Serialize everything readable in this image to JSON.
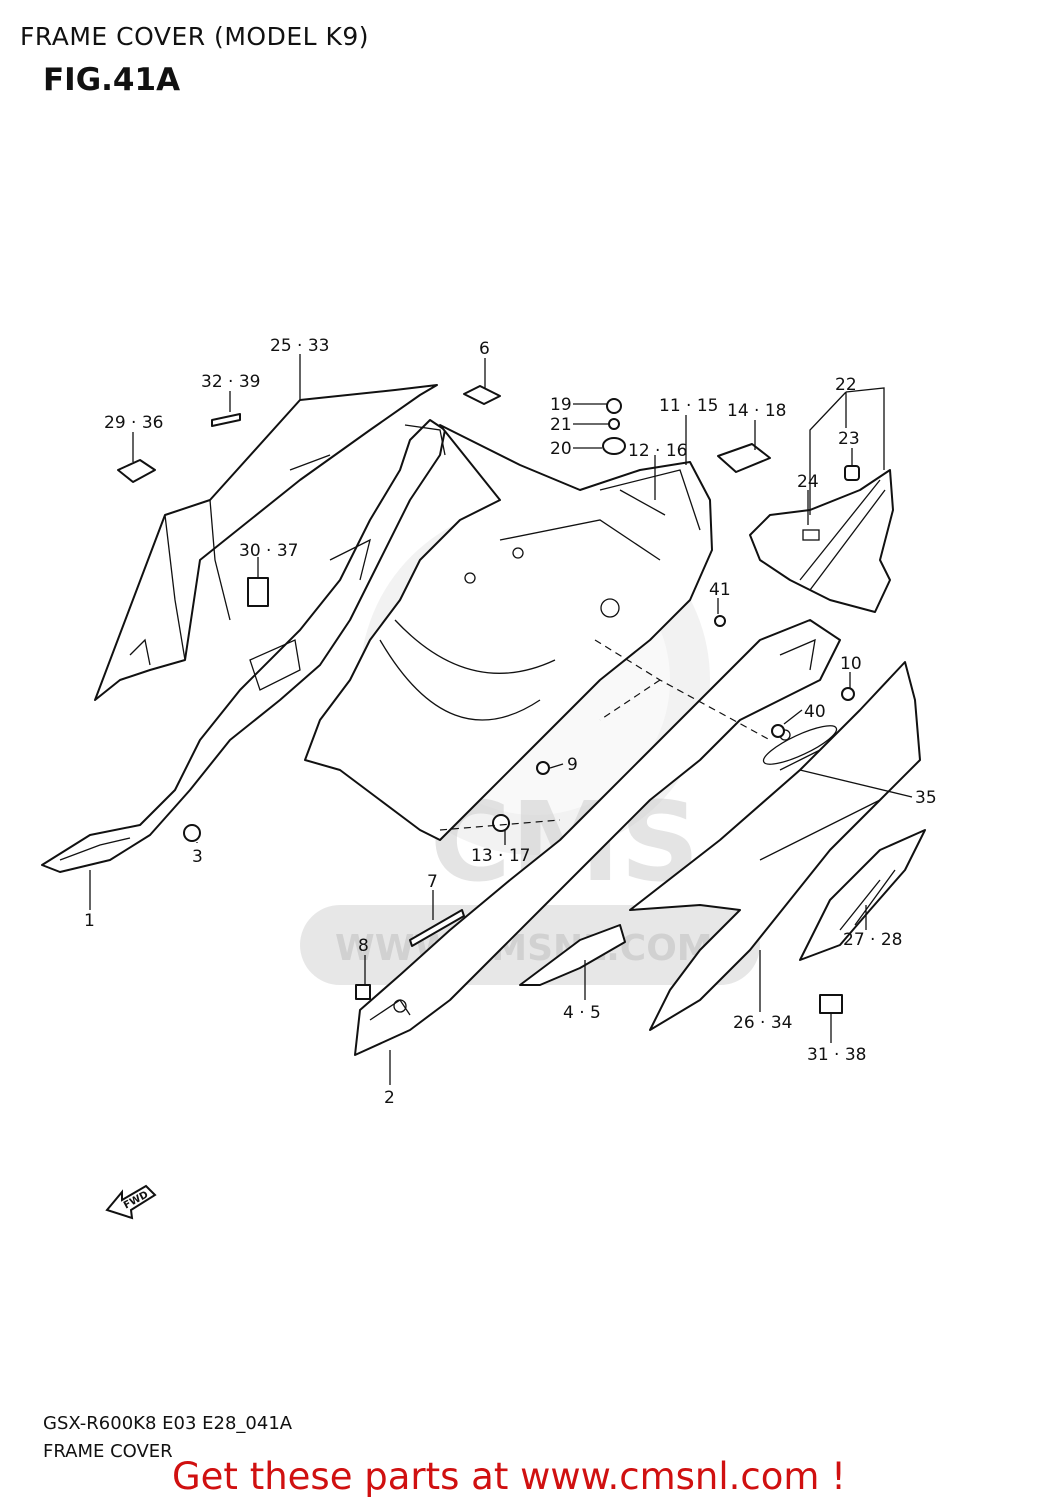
{
  "header": {
    "title": "FRAME COVER (MODEL K9)",
    "figure": "FIG.41A"
  },
  "watermark": {
    "logo_text": "CMS",
    "url_text": "WWW.CMSNL.COM"
  },
  "fwd_arrow": "FWD",
  "parts": [
    {
      "id": "p1",
      "label": "1"
    },
    {
      "id": "p2",
      "label": "2"
    },
    {
      "id": "p3",
      "label": "3"
    },
    {
      "id": "p4_5",
      "label": "4 · 5"
    },
    {
      "id": "p6",
      "label": "6"
    },
    {
      "id": "p7",
      "label": "7"
    },
    {
      "id": "p8",
      "label": "8"
    },
    {
      "id": "p9",
      "label": "9"
    },
    {
      "id": "p10",
      "label": "10"
    },
    {
      "id": "p11_15",
      "label": "11 · 15"
    },
    {
      "id": "p12_16",
      "label": "12 · 16"
    },
    {
      "id": "p13_17",
      "label": "13 · 17"
    },
    {
      "id": "p14_18",
      "label": "14 · 18"
    },
    {
      "id": "p19",
      "label": "19"
    },
    {
      "id": "p20",
      "label": "20"
    },
    {
      "id": "p21",
      "label": "21"
    },
    {
      "id": "p22",
      "label": "22"
    },
    {
      "id": "p23",
      "label": "23"
    },
    {
      "id": "p24",
      "label": "24"
    },
    {
      "id": "p25_33",
      "label": "25 · 33"
    },
    {
      "id": "p26_34",
      "label": "26 · 34"
    },
    {
      "id": "p27_28",
      "label": "27 · 28"
    },
    {
      "id": "p29_36",
      "label": "29 · 36"
    },
    {
      "id": "p30_37",
      "label": "30 · 37"
    },
    {
      "id": "p31_38",
      "label": "31 · 38"
    },
    {
      "id": "p32_39",
      "label": "32 · 39"
    },
    {
      "id": "p35",
      "label": "35"
    },
    {
      "id": "p40",
      "label": "40"
    },
    {
      "id": "p41",
      "label": "41"
    }
  ],
  "footer": {
    "model_code": "GSX-R600K8 E03 E28_041A",
    "section_name": "FRAME COVER",
    "promo": "Get these parts at www.cmsnl.com !"
  }
}
